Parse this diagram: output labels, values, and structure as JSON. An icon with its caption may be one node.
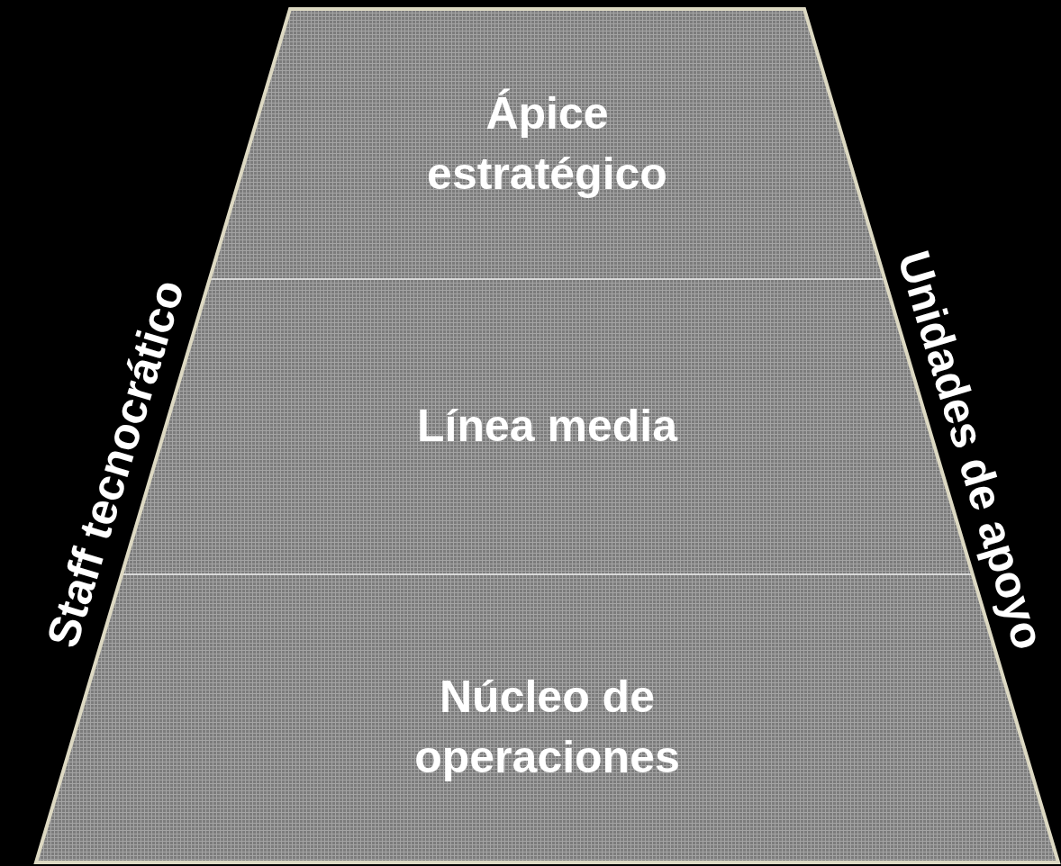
{
  "diagram": {
    "nodes": [
      {
        "text": [
          "Ápice estratégico"
        ]
      },
      {
        "text": [
          "Línea media"
        ]
      },
      {
        "text": [
          "Núcleo de operaciones"
        ]
      }
    ],
    "labels": [
      "Staff tecnocrático",
      "Unidades de apoyo"
    ]
  }
}
